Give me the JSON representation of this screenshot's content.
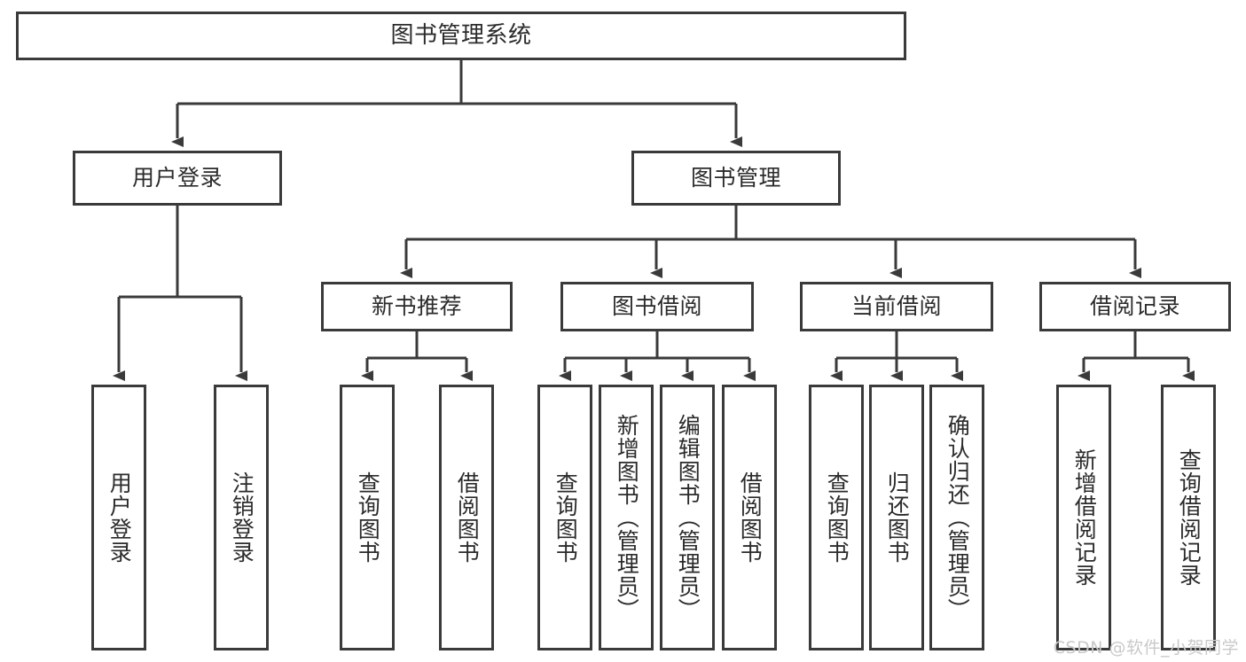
{
  "diagram": {
    "type": "tree-structure-chart",
    "title": "图书管理系统",
    "orientation": "top-down",
    "watermark": "CSDN @软件_小贺同学",
    "colors": {
      "box_border": "#3a3a3a",
      "connector": "#3a3a3a",
      "background": "#ffffff",
      "text": "#2b2b2b",
      "watermark": "#c9c9c9"
    },
    "nodes": {
      "root": {
        "label": "图书管理系统"
      },
      "level2": [
        {
          "id": "user-login",
          "label": "用户登录"
        },
        {
          "id": "book-manage",
          "label": "图书管理"
        }
      ],
      "level3": [
        {
          "id": "new-book-recommend",
          "label": "新书推荐"
        },
        {
          "id": "book-borrow",
          "label": "图书借阅"
        },
        {
          "id": "current-borrow",
          "label": "当前借阅"
        },
        {
          "id": "borrow-record",
          "label": "借阅记录"
        }
      ],
      "leaves": {
        "user_login": [
          {
            "id": "leaf-user-login",
            "label": "用户登录"
          },
          {
            "id": "leaf-logout-login",
            "label": "注销登录"
          }
        ],
        "new_book_recommend": [
          {
            "id": "leaf-query-book-1",
            "label": "查询图书"
          },
          {
            "id": "leaf-borrow-book-1",
            "label": "借阅图书"
          }
        ],
        "book_borrow": [
          {
            "id": "leaf-query-book-2",
            "label": "查询图书"
          },
          {
            "id": "leaf-add-book",
            "label": "新增图书（管理员）"
          },
          {
            "id": "leaf-edit-book",
            "label": "编辑图书（管理员）"
          },
          {
            "id": "leaf-borrow-book-2",
            "label": "借阅图书"
          }
        ],
        "current_borrow": [
          {
            "id": "leaf-query-book-3",
            "label": "查询图书"
          },
          {
            "id": "leaf-return-book",
            "label": "归还图书"
          },
          {
            "id": "leaf-confirm-return",
            "label": "确认归还（管理员）"
          }
        ],
        "borrow_record": [
          {
            "id": "leaf-add-record",
            "label": "新增借阅记录"
          },
          {
            "id": "leaf-query-record",
            "label": "查询借阅记录"
          }
        ]
      }
    }
  }
}
